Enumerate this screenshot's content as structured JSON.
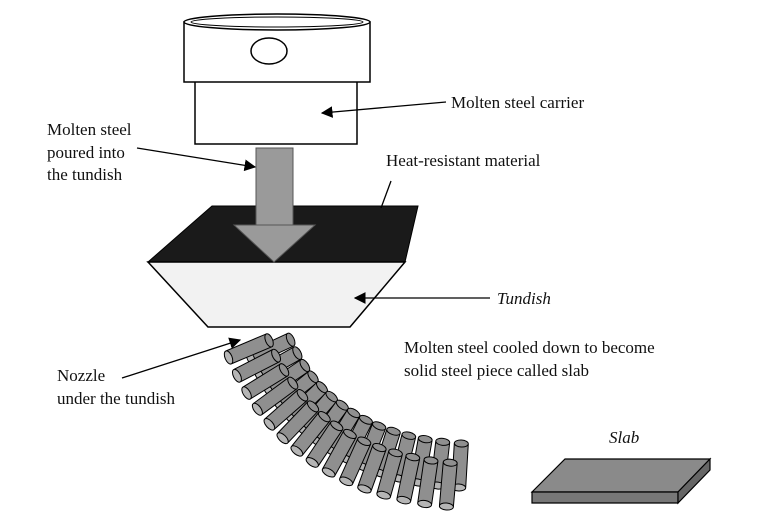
{
  "labels": {
    "carrier": "Molten steel carrier",
    "poured_line1": "Molten steel",
    "poured_line2": "poured into",
    "poured_line3": "the tundish",
    "heat_resistant": "Heat-resistant material",
    "tundish": "Tundish",
    "cooled_line1": "Molten steel cooled down to become",
    "cooled_line2": "solid steel piece called slab",
    "nozzle_line1": "Nozzle",
    "nozzle_line2": "under the tundish",
    "slab": "Slab"
  },
  "colors": {
    "stroke": "#000000",
    "carrier_fill": "#ffffff",
    "stream_fill": "#9a9a9a",
    "heat_resistant_fill": "#1a1a1a",
    "tundish_fill": "#f2f2f2",
    "roller_fill": "#8f8f8f",
    "slab_fill": "#8a8a8a"
  }
}
